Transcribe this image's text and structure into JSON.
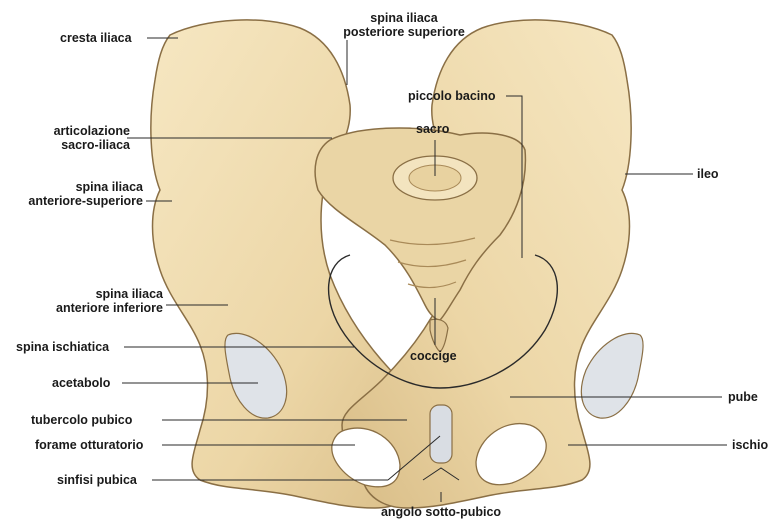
{
  "colors": {
    "bone": "#efdcb0",
    "bone_shadow": "#c9ad7a",
    "bone_outline": "#8a6f45",
    "cartilage": "#d9dde3",
    "leader": "#2a2a2a"
  },
  "labels": {
    "cresta_iliaca": "cresta iliaca",
    "spina_post_1": "spina iliaca",
    "spina_post_2": "posteriore superiore",
    "piccolo_bacino": "piccolo bacino",
    "sacro": "sacro",
    "articolazione_1": "articolazione",
    "articolazione_2": "sacro-iliaca",
    "ileo": "ileo",
    "spina_ant_sup_1": "spina iliaca",
    "spina_ant_sup_2": "anteriore-superiore",
    "spina_ant_inf_1": "spina iliaca",
    "spina_ant_inf_2": "anteriore inferiore",
    "spina_ischiatica": "spina ischiatica",
    "coccige": "coccige",
    "acetabolo": "acetabolo",
    "pube": "pube",
    "tubercolo_pubico": "tubercolo pubico",
    "forame_otturatorio": "forame otturatorio",
    "ischio": "ischio",
    "sinfisi_pubica": "sinfisi pubica",
    "angolo_sotto_pubico": "angolo sotto-pubico"
  }
}
